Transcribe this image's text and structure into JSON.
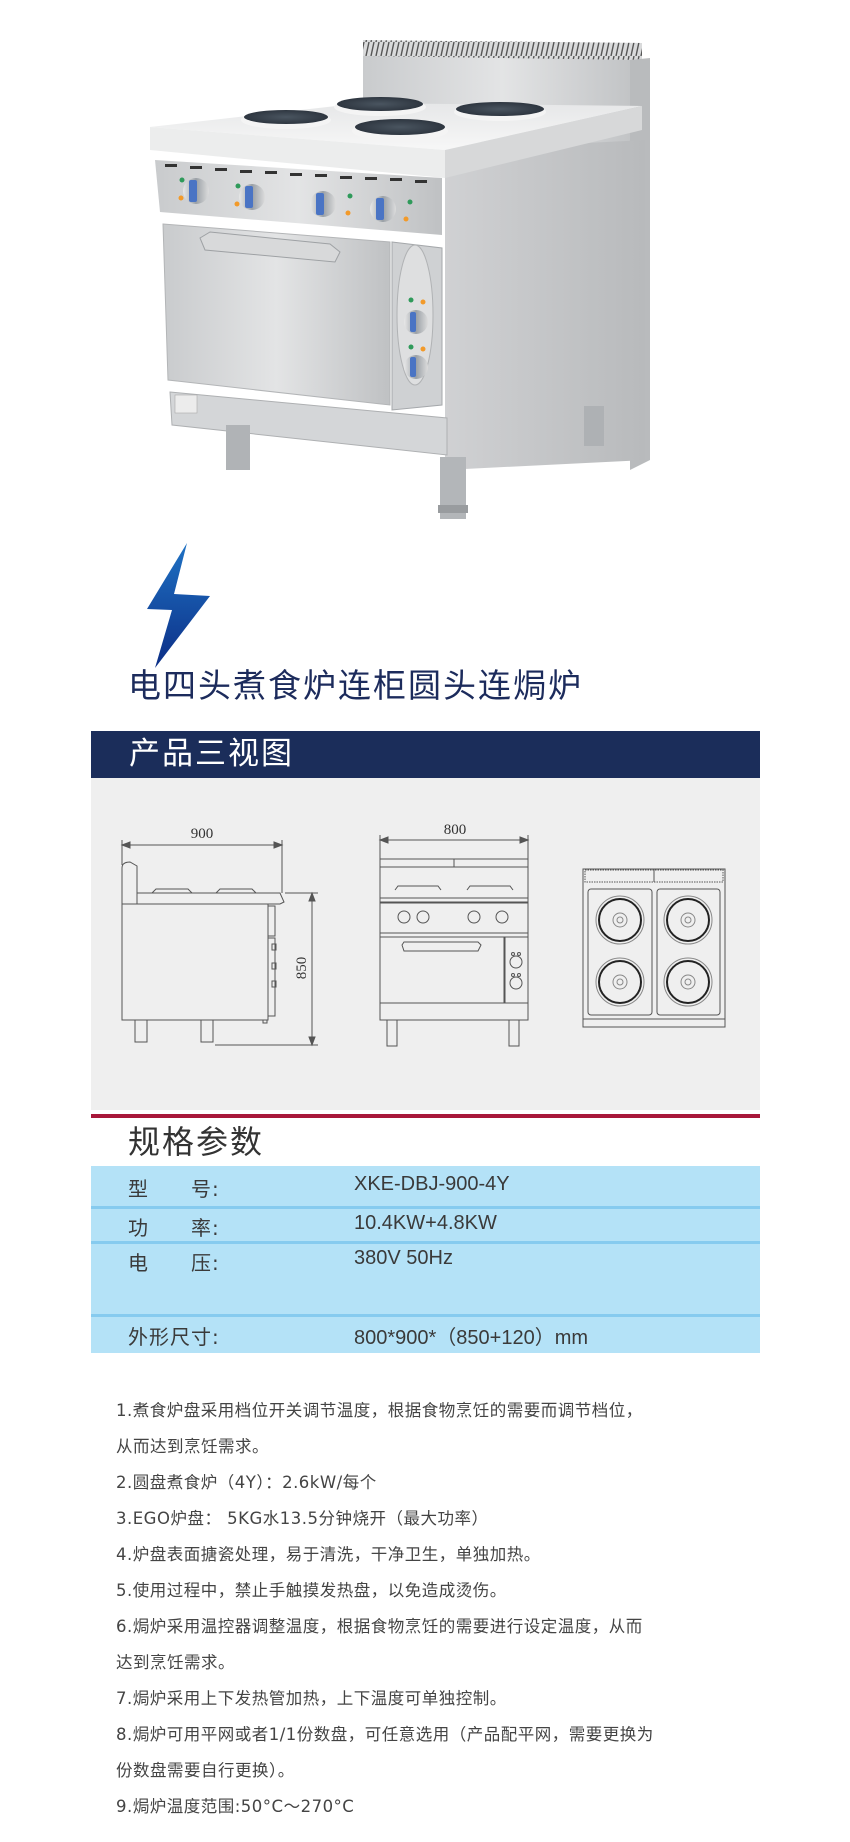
{
  "product_title": "电四头煮食炉连柜圆头连焗炉",
  "icons": {
    "bolt": "lightning-bolt-icon",
    "bolt_color_top": "#1f6fc0",
    "bolt_color_bottom": "#0d2f86"
  },
  "views_section": {
    "title": "产品三视图",
    "bar_color": "#1b2d5a",
    "panel_color": "#efefef",
    "side_view": {
      "width_label": "900",
      "height_label": "850"
    },
    "front_view": {
      "width_label": "800"
    },
    "top_view": {
      "burners": 4
    }
  },
  "spec_section": {
    "title": "规格参数",
    "rule_color": "#a8173a",
    "table_color": "#b4e2f7",
    "rows": [
      {
        "label": "型　　号:",
        "value": "XKE-DBJ-900-4Y"
      },
      {
        "label": "功　　率:",
        "value": "10.4KW+4.8KW"
      },
      {
        "label": "电　　压:",
        "value": "380V  50Hz"
      },
      {
        "label": "外形尺寸:",
        "value": "800*900*（850+120）mm"
      }
    ]
  },
  "notes": [
    "1.煮食炉盘采用档位开关调节温度，根据食物烹饪的需要而调节档位，",
    "从而达到烹饪需求。",
    "2.圆盘煮食炉（4Y）：2.6kW/每个",
    "3.EGO炉盘：  5KG水13.5分钟烧开（最大功率）",
    "4.炉盘表面搪瓷处理，易于清洗，干净卫生，单独加热。",
    "5.使用过程中，禁止手触摸发热盘，以免造成烫伤。",
    "6.焗炉采用温控器调整温度，根据食物烹饪的需要进行设定温度，从而",
    "达到烹饪需求。",
    "7.焗炉采用上下发热管加热，上下温度可单独控制。",
    "8.焗炉可用平网或者1/1份数盘，可任意选用（产品配平网，需要更换为",
    "份数盘需要自行更换）。",
    "9.焗炉温度范围:50°C～270°C"
  ]
}
